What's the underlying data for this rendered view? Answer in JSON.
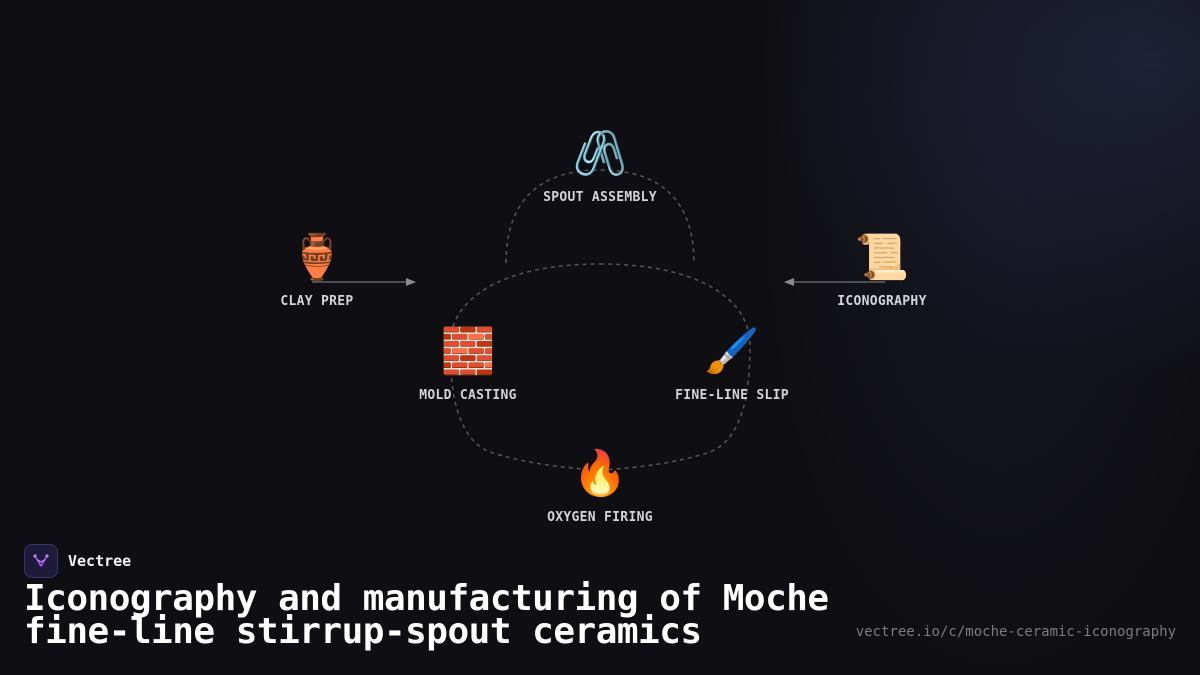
{
  "nodes": {
    "spout_assembly": {
      "emoji": "🖇️",
      "label": "SPOUT ASSEMBLY"
    },
    "clay_prep": {
      "emoji": "🏺",
      "label": "CLAY PREP"
    },
    "iconography": {
      "emoji": "📜",
      "label": "ICONOGRAPHY"
    },
    "mold_casting": {
      "emoji": "🧱",
      "label": "MOLD CASTING"
    },
    "fine_line_slip": {
      "emoji": "🖌️",
      "label": "FINE-LINE SLIP"
    },
    "oxygen_firing": {
      "emoji": "🔥",
      "label": "OXYGEN FIRING"
    }
  },
  "brand": {
    "name": "Vectree",
    "icon": "vectree-logo-icon"
  },
  "title": "Iconography and manufacturing of Moche fine-line stirrup-spout ceramics",
  "url": "vectree.io/c/moche-ceramic-iconography",
  "colors": {
    "background": "#0f0f13",
    "edge": "#55555c",
    "label": "#d4d4d8",
    "brand_accent": "#a855f7"
  }
}
